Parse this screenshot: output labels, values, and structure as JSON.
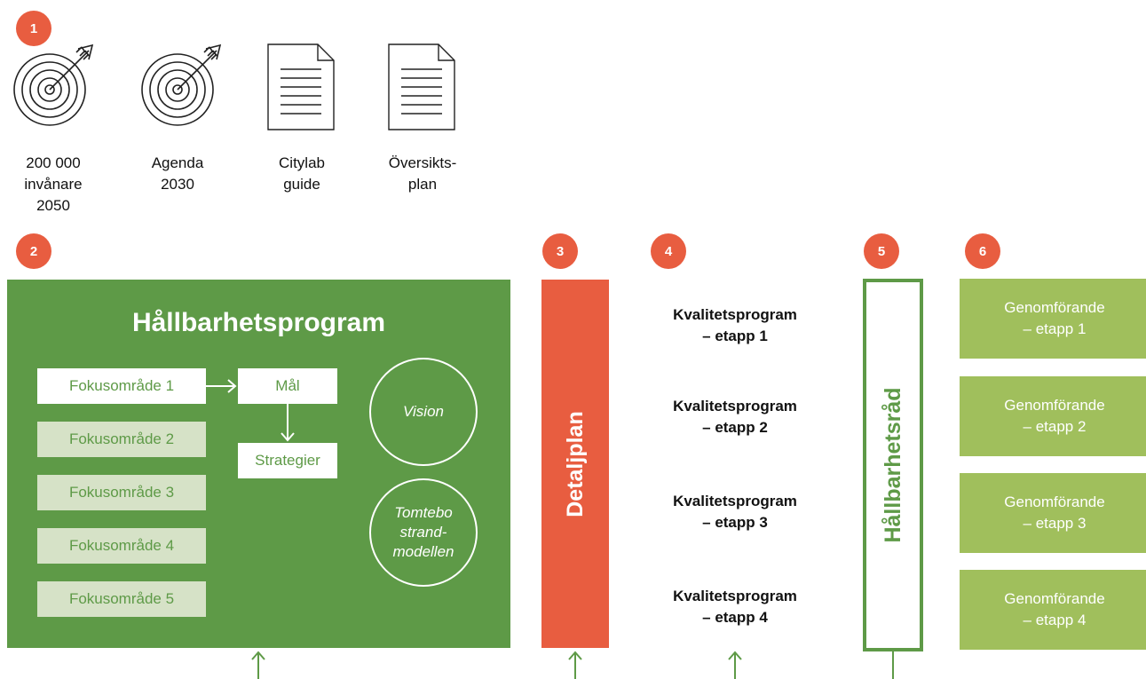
{
  "badges": [
    "1",
    "2",
    "3",
    "4",
    "5",
    "6"
  ],
  "inputs": [
    {
      "icon": "target-icon",
      "label": "200 000\ninvånare\n2050"
    },
    {
      "icon": "target-icon",
      "label": "Agenda\n2030"
    },
    {
      "icon": "document-icon",
      "label": "Citylab\nguide"
    },
    {
      "icon": "document-icon",
      "label": "Översikts-\nplan"
    }
  ],
  "program": {
    "title": "Hållbarhetsprogram",
    "focus_areas": [
      "Fokusområde 1",
      "Fokusområde 2",
      "Fokusområde 3",
      "Fokusområde 4",
      "Fokusområde 5"
    ],
    "goal": "Mål",
    "strategies": "Strategier",
    "vision": "Vision",
    "model": "Tomtebo\nstrand-\nmodellen"
  },
  "detaljplan": "Detaljplan",
  "quality_programs": [
    "Kvalitetsprogram\n– etapp 1",
    "Kvalitetsprogram\n– etapp 2",
    "Kvalitetsprogram\n– etapp 3",
    "Kvalitetsprogram\n– etapp 4"
  ],
  "council": "Hållbarhetsråd",
  "implementation": [
    "Genomförande\n– etapp 1",
    "Genomförande\n– etapp 2",
    "Genomförande\n– etapp 3",
    "Genomförande\n– etapp 4"
  ],
  "colors": {
    "accent": "#e85d40",
    "green": "#5e9a47",
    "light_green": "#a0bf5c",
    "dim_green": "#d6e2c7"
  }
}
